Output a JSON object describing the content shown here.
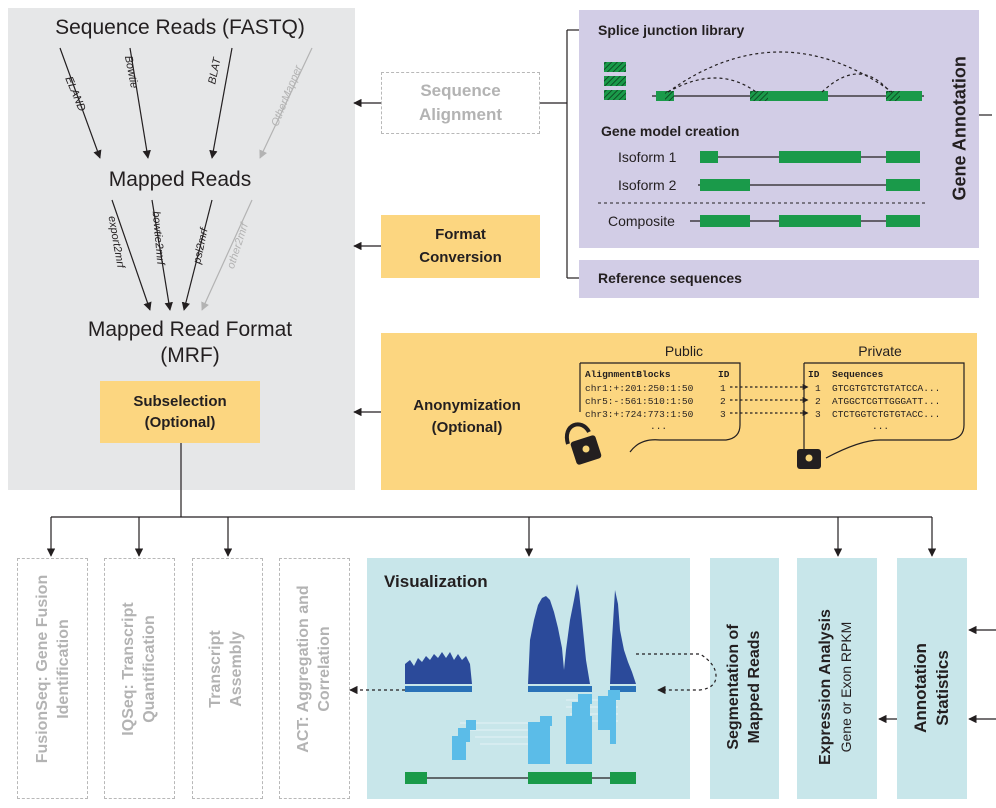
{
  "pipeline": {
    "sequence_reads": "Sequence Reads (FASTQ)",
    "mapped_reads": "Mapped Reads",
    "mrf_line1": "Mapped Read Format",
    "mrf_line2": "(MRF)",
    "aligners": [
      "ELAND",
      "Bowtie",
      "BLAT",
      "OtherMapper"
    ],
    "converters": [
      "export2mrf",
      "bowtie2mrf",
      "psl2mrf",
      "other2mrf"
    ],
    "subselection_line1": "Subselection",
    "subselection_line2": "(Optional)"
  },
  "steps": {
    "sequence_alignment_line1": "Sequence",
    "sequence_alignment_line2": "Alignment",
    "format_conversion_line1": "Format",
    "format_conversion_line2": "Conversion",
    "anonymization_line1": "Anonymization",
    "anonymization_line2": "(Optional)"
  },
  "gene_annotation": {
    "title": "Gene Annotation",
    "splice_library": "Splice junction library",
    "gene_model": "Gene model creation",
    "isoform1": "Isoform 1",
    "isoform2": "Isoform 2",
    "composite": "Composite",
    "reference": "Reference sequences"
  },
  "anonymization": {
    "public_label": "Public",
    "private_label": "Private",
    "public_header": [
      "AlignmentBlocks",
      "ID"
    ],
    "public_rows": [
      [
        "chr1:+:201:250:1:50",
        "1"
      ],
      [
        "chr5:-:561:510:1:50",
        "2"
      ],
      [
        "chr3:+:724:773:1:50",
        "3"
      ]
    ],
    "private_header": [
      "ID",
      "Sequences"
    ],
    "private_rows": [
      [
        "1",
        "GTCGTGTCTGTATCCA..."
      ],
      [
        "2",
        "ATGGCTCGTTGGGATT..."
      ],
      [
        "3",
        "CTCTGGTCTGTGTACC..."
      ]
    ],
    "ellipsis": "...",
    "lock_open_icon": "open-padlock-icon",
    "lock_closed_icon": "closed-padlock-icon"
  },
  "modules": {
    "fusionseq_line1": "FusionSeq: Gene Fusion",
    "fusionseq_line2": "Identification",
    "iqseq_line1": "IQSeq: Transcript",
    "iqseq_line2": "Quantification",
    "assembly_line1": "Transcript",
    "assembly_line2": "Assembly",
    "act_line1": "ACT: Aggregation and",
    "act_line2": "Correlation",
    "visualization": "Visualization",
    "segmentation_line1": "Segmentation of",
    "segmentation_line2": "Mapped Reads",
    "expression_line1": "Expression Analysis",
    "expression_line2": "Gene or Exon RPKM",
    "annotation_stats_line1": "Annotation",
    "annotation_stats_line2": "Statistics"
  },
  "colors": {
    "gene_green": "#1a9a4a",
    "gene_dark": "#0f5a2a",
    "coverage_dark_blue": "#2b4a9a",
    "coverage_light_blue": "#5bbce8",
    "disabled_grey": "#b3b3b3"
  }
}
